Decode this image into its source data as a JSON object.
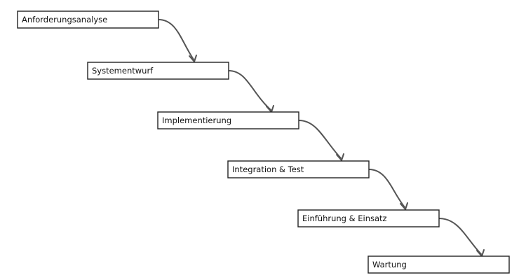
{
  "diagram": {
    "steps": [
      {
        "label": "Anforderungsanalyse"
      },
      {
        "label": "Systementwurf"
      },
      {
        "label": "Implementierung"
      },
      {
        "label": "Integration & Test"
      },
      {
        "label": "Einführung & Einsatz"
      },
      {
        "label": "Wartung"
      }
    ]
  }
}
